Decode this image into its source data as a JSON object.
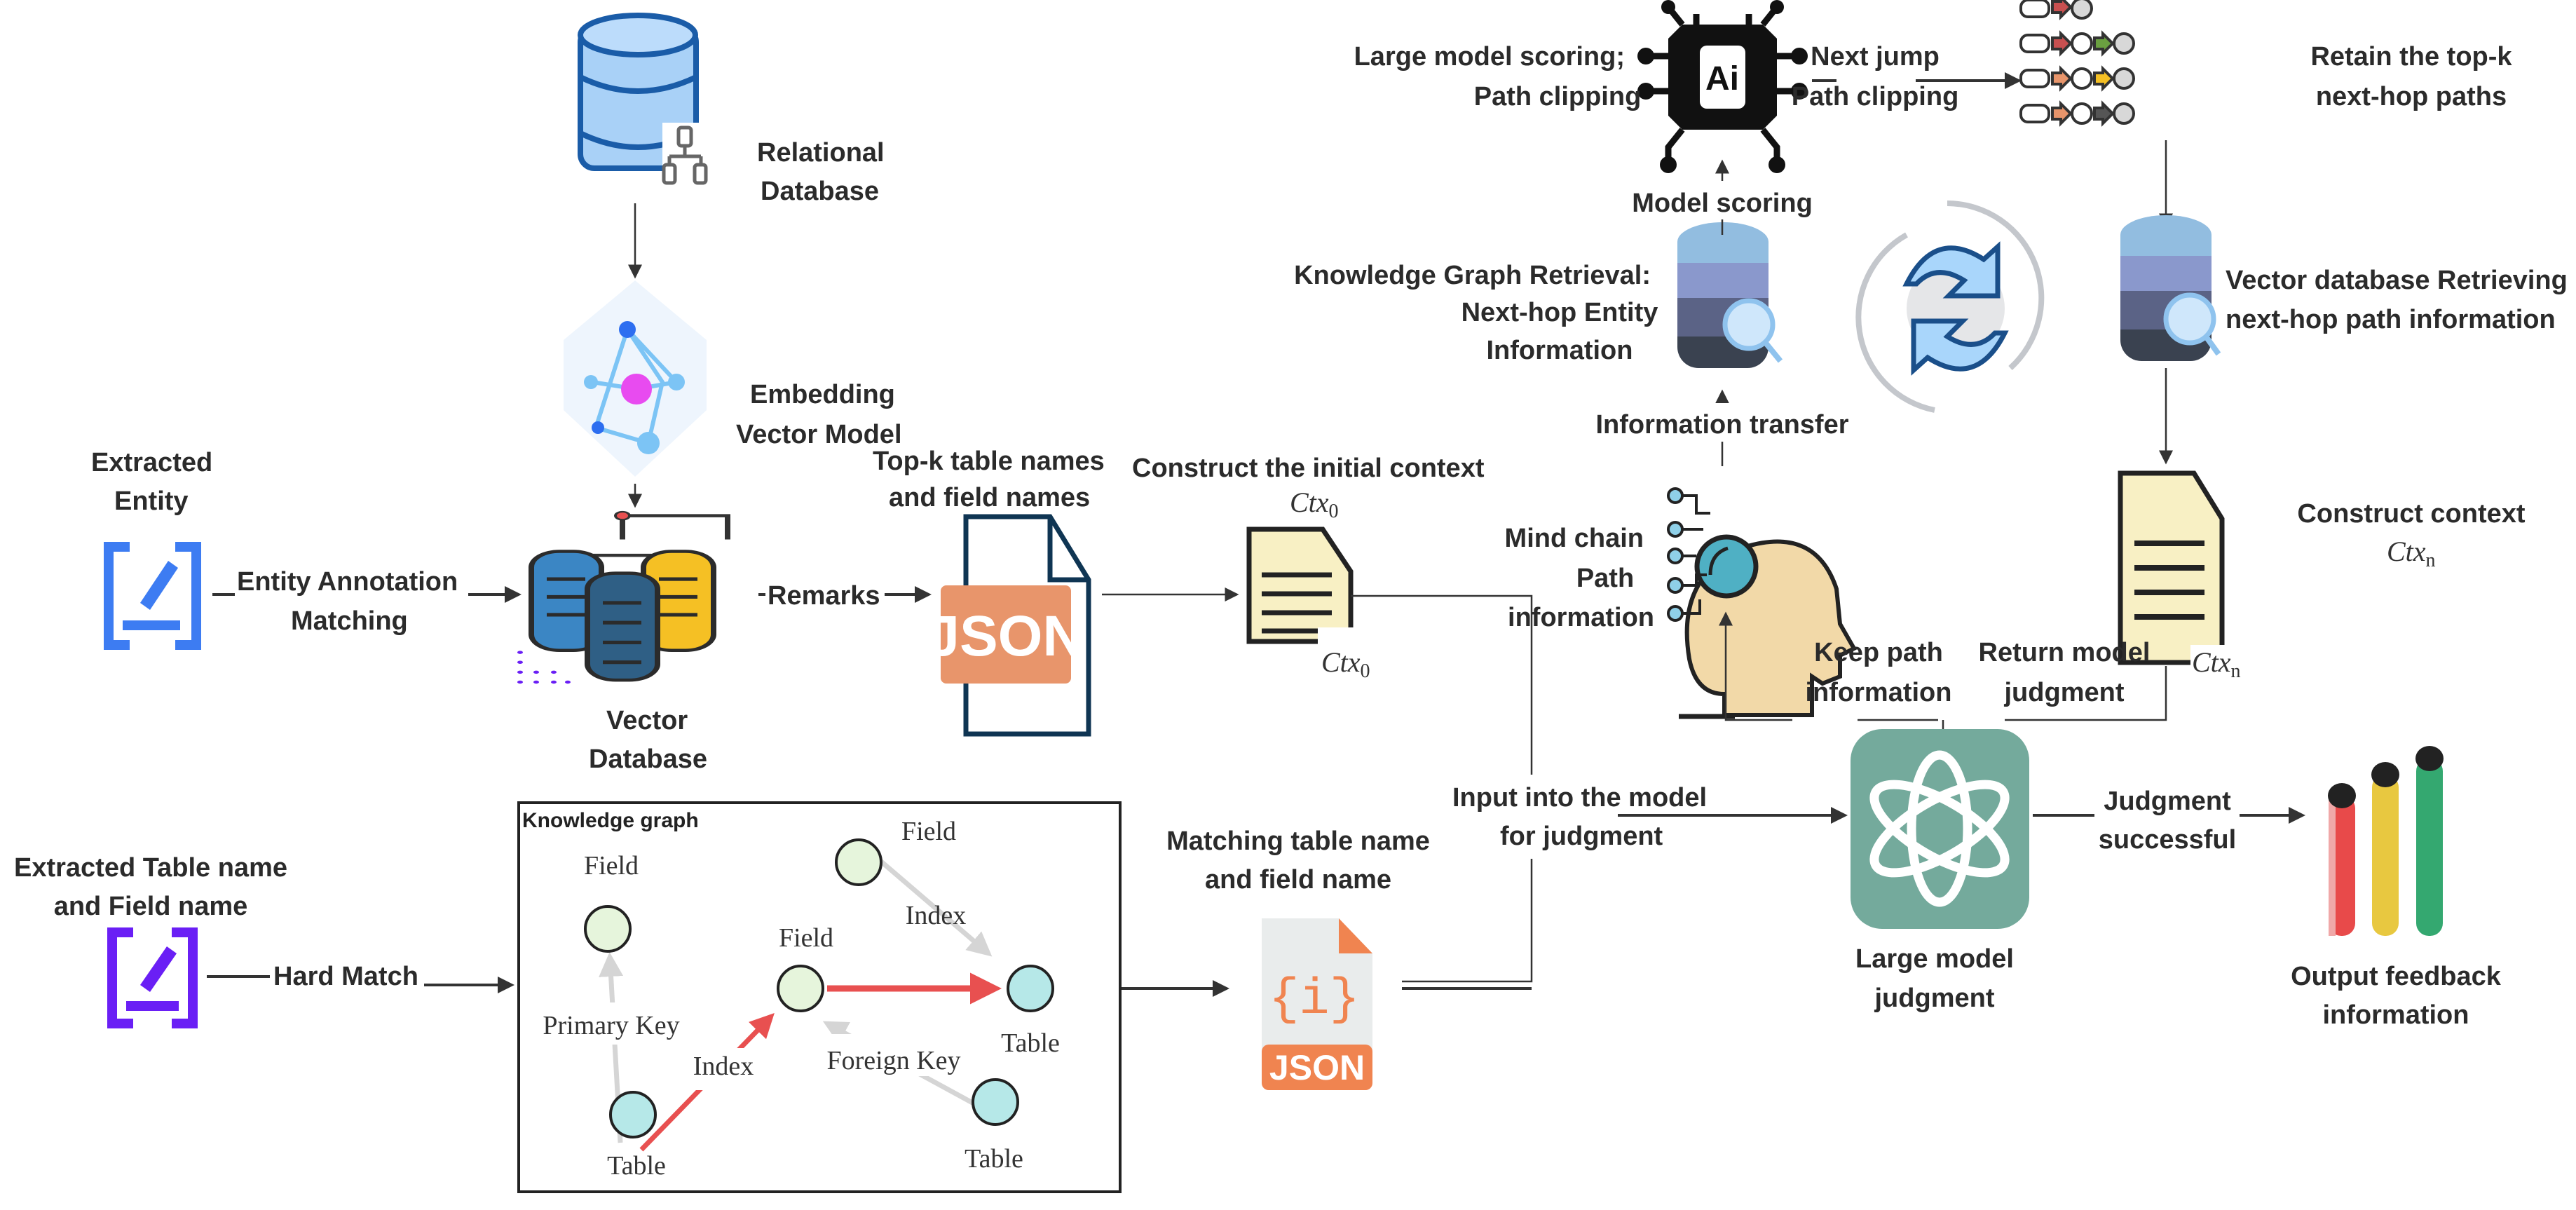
{
  "labels": {
    "relational_db": [
      "Relational",
      "Database"
    ],
    "embedding": [
      "Embedding",
      "Vector Model"
    ],
    "vector_db": [
      "Vector",
      "Database"
    ],
    "extracted_entity": [
      "Extracted",
      "Entity"
    ],
    "entity_annotation": [
      "Entity Annotation",
      "Matching"
    ],
    "remarks": "Remarks",
    "topk": [
      "Top-k table names",
      "and field names"
    ],
    "construct_initial": "Construct  the initial context",
    "ctx0": "Ctx",
    "ctx0_sub": "0",
    "mind_chain": [
      "Mind chain",
      "Path",
      "information"
    ],
    "information_transfer": "Information transfer",
    "kg_retrieval": [
      "Knowledge Graph Retrieval:",
      "Next-hop Entity",
      "Information"
    ],
    "model_scoring": "Model scoring",
    "large_model_scoring": [
      "Large model scoring;",
      "Path clipping"
    ],
    "next_jump": [
      "Next jump",
      "Path clipping"
    ],
    "retain_topk": [
      "Retain the top-k",
      "next-hop paths"
    ],
    "vector_retrieving": [
      "Vector database Retrieving",
      "next-hop path information"
    ],
    "construct_context": "Construct  context",
    "ctxn": "Ctx",
    "ctxn_sub": "n",
    "keep_path": [
      "Keep path",
      "information"
    ],
    "return_model": [
      "Return model",
      "judgment"
    ],
    "large_model_judgment": [
      "Large model",
      "judgment"
    ],
    "judgment_successful": [
      "Judgment",
      "successful"
    ],
    "output_feedback": [
      "Output feedback",
      "information"
    ],
    "input_model": [
      "Input into the model",
      "for judgment"
    ],
    "extracted_table": [
      "Extracted Table name",
      "and Field name"
    ],
    "hard_match": "Hard Match",
    "matching_table": [
      "Matching table name",
      "and field name"
    ],
    "json": "JSON"
  },
  "knowledge_graph": {
    "title": "Knowledge graph",
    "nodes": [
      "Field",
      "Field",
      "Field",
      "Table",
      "Table",
      "Table"
    ],
    "edges": {
      "primary_key": "Primary Key",
      "index_top": "Index",
      "index_bottom": "Index",
      "foreign_key": "Foreign Key"
    }
  },
  "icons": [
    "database-icon",
    "embedding-hexagon-icon",
    "vector-database-icon",
    "edit-icon",
    "json-file-icon",
    "document-icon",
    "mind-head-icon",
    "ai-chip-icon",
    "paths-icon",
    "refresh-icon",
    "openai-icon",
    "bar-chart-icon"
  ],
  "colors": {
    "red": "#e85050",
    "teal": "#74aa9c",
    "blue": "#3d7cf2",
    "purple": "#6a1ff5",
    "orange": "#e8956b",
    "note": "#f8f0c4"
  }
}
